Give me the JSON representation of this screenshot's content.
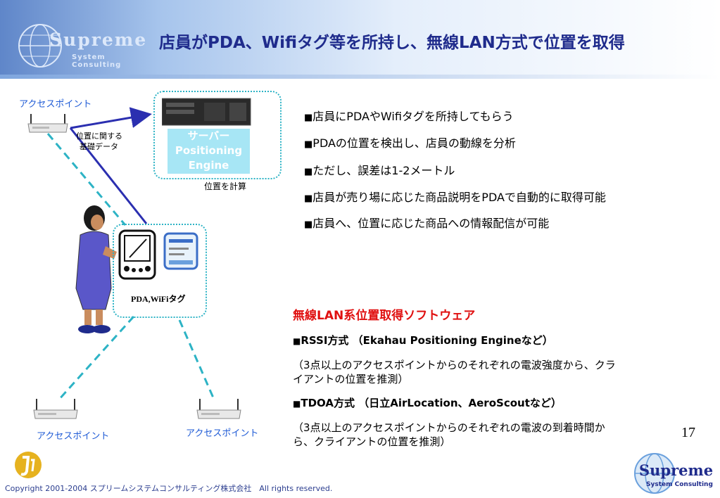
{
  "header": {
    "logo_name": "Supreme",
    "logo_sub": "System Consulting",
    "title": "店員がPDA、Wifiタグ等を所持し、無線LAN方式で位置を取得"
  },
  "diagram": {
    "ap_top_label": "アクセスポイント",
    "ap_bottom_left_label": "アクセスポイント",
    "ap_bottom_right_label": "アクセスポイント",
    "location_data_label": [
      "位置に関する",
      "基礎データ"
    ],
    "server_label": [
      "サーバー",
      "Positioning",
      "Engine"
    ],
    "calc_label": "位置を計算",
    "pda_label": "PDA,WiFiタグ"
  },
  "bullets": [
    "店員にPDAやWifiタグを所持してもらう",
    "PDAの位置を検出し、店員の動線を分析",
    "ただし、誤差は1-2メートル",
    "店員が売り場に応じた商品説明をPDAで自動的に取得可能",
    "店員へ、位置に応じた商品への情報配信が可能"
  ],
  "software": {
    "heading": "無線LAN系位置取得ソフトウェア",
    "rssi_title": "RSSI方式 （Ekahau Positioning Engineなど）",
    "rssi_desc": [
      "（3点以上のアクセスポイントからのそれぞれの電波強度から、クラ",
      "イアントの位置を推測）"
    ],
    "tdoa_title": "TDOA方式 （日立AirLocation、AeroScoutなど）",
    "tdoa_desc": [
      "（3点以上のアクセスポイントからのそれぞれの電波の到着時間か",
      "ら、クライアントの位置を推測）"
    ]
  },
  "footer": {
    "page_number": "17",
    "copyright": "Copyright 2001-2004 スプリームシステムコンサルティング株式会社　All rights reserved.",
    "logo_name": "Supreme",
    "logo_sub": "System Consulting"
  },
  "colors": {
    "title": "#1f2b8c",
    "red_heading": "#e01010",
    "ap_label": "#1f5bd6",
    "dashed_line": "#2db3c5",
    "arrow": "#2b2fb0"
  }
}
